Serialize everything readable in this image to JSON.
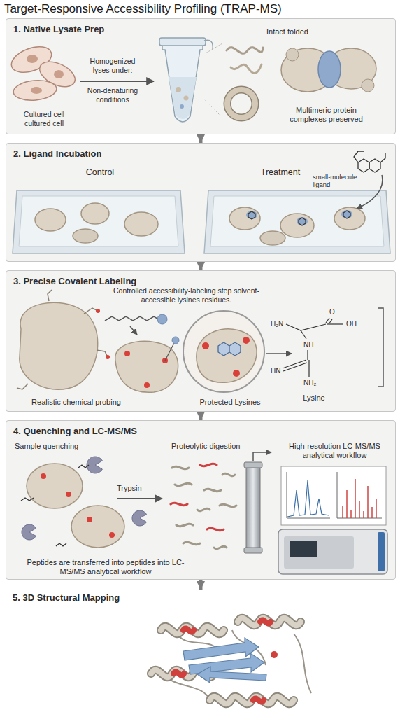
{
  "diagram": {
    "title": "Target-Responsive Accessibility Profiling (TRAP-MS)",
    "nodes": [
      {
        "text": [
          "1. Native Lysate Prep",
          "Cultured cell cultured cell",
          "Homogenized lyses under:",
          "Non-denaturing conditions",
          "Intact folded",
          "Multimeric protein complexes preserved"
        ]
      },
      {
        "text": [
          "2. Ligand Incubation"
        ]
      },
      {
        "text": [
          "Control"
        ],
        "in": 1
      },
      {
        "text": [
          "Treatment",
          "small-molecule ligand"
        ],
        "in": 1
      },
      {
        "text": [
          "3. Precise Covalent Labeling",
          "Controlled accessibility-labeling step solvent-accessible lysines residues.",
          "Realistic chemical probing",
          "Protected Lysines",
          "Lysine",
          "H₂N",
          "O",
          "OH",
          "NH",
          "HN",
          "NH₂"
        ]
      },
      {
        "text": [
          "4. Quenching and LC-MS/MS",
          "Sample quenching",
          "Proteolytic digestion",
          "Trypsin",
          "High-resolution LC-MS/MS analytical workflow",
          "Peptides are transferred into peptides into LC-MS/MS analytical workflow"
        ]
      },
      {
        "text": [
          "5. 3D Structural Mapping"
        ]
      }
    ],
    "edges": [
      {
        "from": 0,
        "to": 1,
        "arrow": "to"
      },
      {
        "from": 1,
        "to": 4,
        "arrow": "to"
      },
      {
        "from": 4,
        "to": 5,
        "arrow": "to"
      },
      {
        "from": 5,
        "to": 6,
        "arrow": "to"
      }
    ]
  }
}
